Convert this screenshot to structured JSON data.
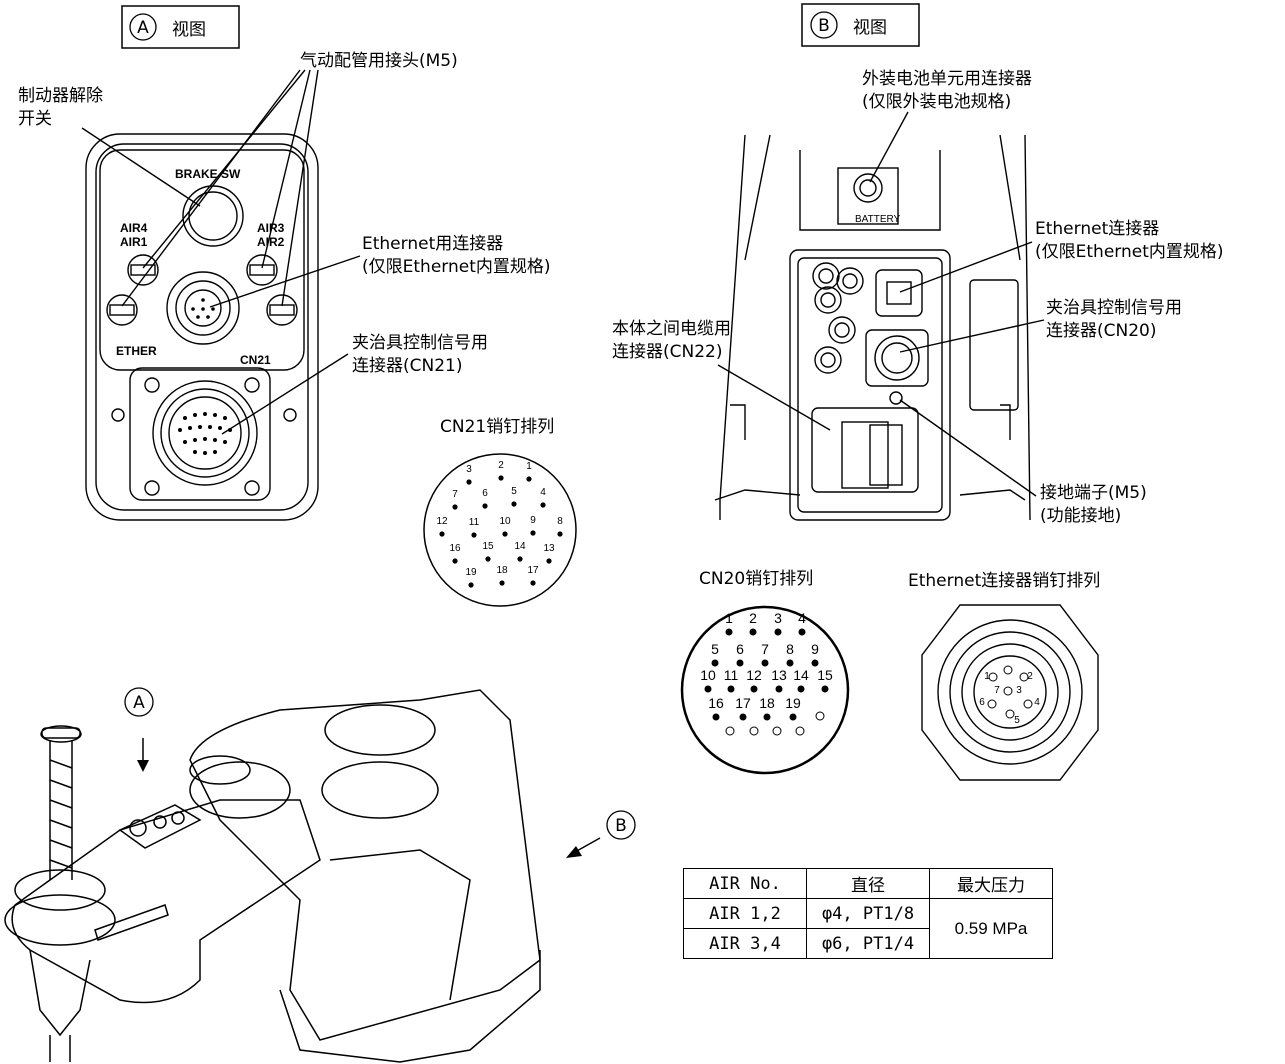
{
  "view_a": {
    "marker": "A",
    "title": "视图"
  },
  "view_b": {
    "marker": "B",
    "title": "视图"
  },
  "labels_a": {
    "air_fitting": "气动配管用接头(M5)",
    "brake_line1": "制动器解除",
    "brake_line2": "开关",
    "ethernet_conn": "Ethernet用连接器",
    "ethernet_note": "(仅限Ethernet内置规格)",
    "gripper_line1": "夹治具控制信号用",
    "gripper_line2": "连接器(CN21)"
  },
  "panel_a": {
    "brake_sw": "BRAKE SW",
    "air4": "AIR4",
    "air1": "AIR1",
    "air3": "AIR3",
    "air2": "AIR2",
    "ether": "ETHER",
    "cn21": "CN21"
  },
  "labels_b": {
    "battery_line1": "外装电池单元用连接器",
    "battery_line2": "(仅限外装电池规格)",
    "battery_tag": "BATTERY",
    "ethernet_line1": "Ethernet连接器",
    "ethernet_line2": "(仅限Ethernet内置规格)",
    "gripper_line1": "夹治具控制信号用",
    "gripper_line2": "连接器(CN20)",
    "cable_line1": "本体之间电缆用",
    "cable_line2": "连接器(CN22)",
    "ground_line1": "接地端子(M5)",
    "ground_line2": "(功能接地)"
  },
  "cn21": {
    "title": "CN21销钉排列",
    "pins": [
      "1",
      "2",
      "3",
      "4",
      "5",
      "6",
      "7",
      "8",
      "9",
      "10",
      "11",
      "12",
      "13",
      "14",
      "15",
      "16",
      "17",
      "18",
      "19"
    ]
  },
  "cn20": {
    "title": "CN20销钉排列",
    "pins": [
      "1",
      "2",
      "3",
      "4",
      "5",
      "6",
      "7",
      "8",
      "9",
      "10",
      "11",
      "12",
      "13",
      "14",
      "15",
      "16",
      "17",
      "18",
      "19"
    ]
  },
  "ethernet_pins": {
    "title": "Ethernet连接器销钉排列",
    "pins": [
      "1",
      "2",
      "3",
      "4",
      "5",
      "6",
      "7"
    ]
  },
  "robot": {
    "marker_a": "A",
    "marker_b": "B"
  },
  "air_table": {
    "headers": [
      "AIR No.",
      "直径",
      "最大压力"
    ],
    "rows": [
      {
        "no": "AIR 1,2",
        "dia": "φ4, PT1/8"
      },
      {
        "no": "AIR 3,4",
        "dia": "φ6, PT1/4"
      }
    ],
    "pressure": "0.59 MPa"
  }
}
